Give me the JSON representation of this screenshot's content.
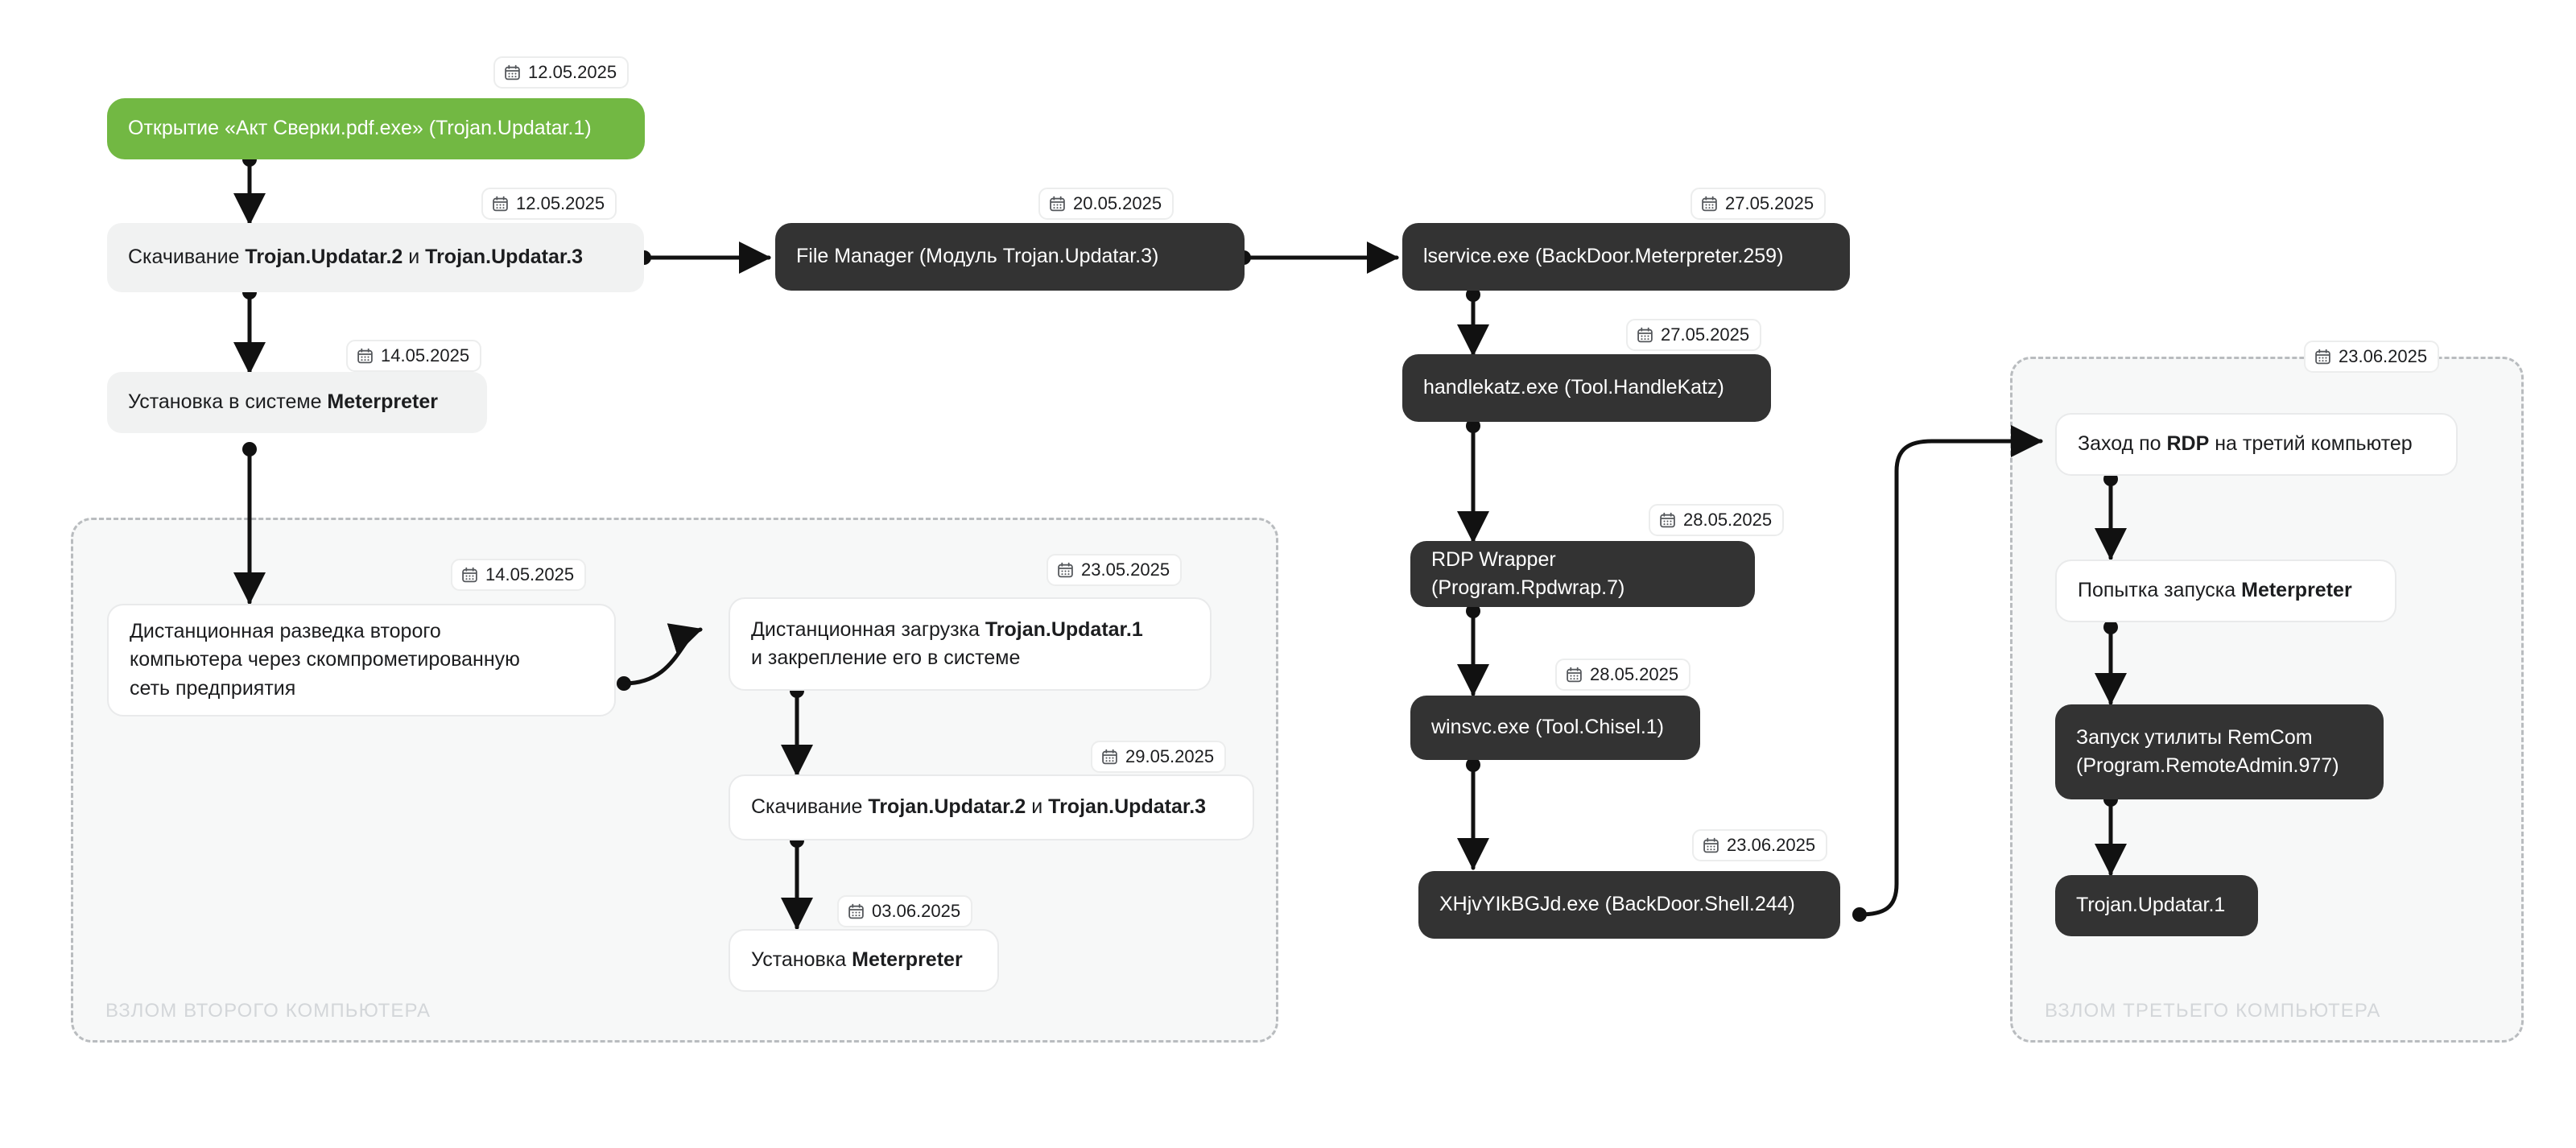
{
  "diagram": {
    "type": "attack-chain-flowchart",
    "accent_green": "#72b843",
    "dark_node": "#333333",
    "grey_node": "#f1f2f2",
    "group_bg": "#f7f8f8",
    "group_border": "#b9bcbf"
  },
  "groups": [
    {
      "id": "second-computer",
      "label": "ВЗЛОМ ВТОРОГО КОМПЬЮТЕРА"
    },
    {
      "id": "third-computer",
      "label": "ВЗЛОМ ТРЕТЬЕГО КОМПЬЮТЕРА"
    }
  ],
  "nodes": [
    {
      "id": "open-act-sverki",
      "style": "green",
      "text": "Открытие «Акт Сверки.pdf.exe» (Trojan.Updatar.1)",
      "date": "12.05.2025"
    },
    {
      "id": "download-updatar-2-3",
      "style": "grey",
      "text_parts": [
        {
          "t": "Скачивание ",
          "b": false
        },
        {
          "t": "Trojan.Updatar.2",
          "b": true
        },
        {
          "t": " и ",
          "b": false
        },
        {
          "t": "Trojan.Updatar.3",
          "b": true
        }
      ],
      "date": "12.05.2025"
    },
    {
      "id": "install-meterpreter",
      "style": "grey",
      "text_parts": [
        {
          "t": "Установка в системе ",
          "b": false
        },
        {
          "t": "Meterpreter",
          "b": true
        }
      ],
      "date": "14.05.2025"
    },
    {
      "id": "file-manager",
      "style": "dark",
      "text": "File Manager (Модуль Trojan.Updatar.3)",
      "date": "20.05.2025"
    },
    {
      "id": "lservice-exe",
      "style": "dark",
      "text": "lservice.exe (BackDoor.Meterpreter.259)",
      "date": "27.05.2025"
    },
    {
      "id": "handlekatz-exe",
      "style": "dark",
      "text": "handlekatz.exe (Tool.HandleKatz)",
      "date": "27.05.2025"
    },
    {
      "id": "rdp-wrapper",
      "style": "dark",
      "text": "RDP Wrapper (Program.Rpdwrap.7)",
      "date": "28.05.2025"
    },
    {
      "id": "winsvc-exe",
      "style": "dark",
      "text": "winsvc.exe (Tool.Chisel.1)",
      "date": "28.05.2025"
    },
    {
      "id": "xhjv-exe",
      "style": "dark",
      "text": "XHjvYIkBGJd.exe (BackDoor.Shell.244)",
      "date": "23.06.2025"
    },
    {
      "id": "remote-recon",
      "style": "white",
      "text": "Дистанционная разведка второго\nкомпьютера через скомпрометированную\nсеть предприятия",
      "date": "14.05.2025"
    },
    {
      "id": "remote-load-updatar-1",
      "style": "white",
      "text_parts": [
        {
          "t": "Дистанционная загрузка ",
          "b": false
        },
        {
          "t": "Trojan.Updatar.1",
          "b": true
        },
        {
          "t": "\nи закрепление его в системе",
          "b": false
        }
      ],
      "date": "23.05.2025"
    },
    {
      "id": "download-updatar-2-3-second",
      "style": "white",
      "text_parts": [
        {
          "t": "Скачивание ",
          "b": false
        },
        {
          "t": "Trojan.Updatar.2",
          "b": true
        },
        {
          "t": " и ",
          "b": false
        },
        {
          "t": "Trojan.Updatar.3",
          "b": true
        }
      ],
      "date": "29.05.2025"
    },
    {
      "id": "install-meterpreter-second",
      "style": "white",
      "text_parts": [
        {
          "t": "Установка ",
          "b": false
        },
        {
          "t": "Meterpreter",
          "b": true
        }
      ],
      "date": "03.06.2025"
    },
    {
      "id": "rdp-login-third",
      "style": "white",
      "text_parts": [
        {
          "t": "Заход по ",
          "b": false
        },
        {
          "t": "RDP",
          "b": true
        },
        {
          "t": " на третий компьютер",
          "b": false
        }
      ],
      "date": "23.06.2025"
    },
    {
      "id": "try-run-meterpreter",
      "style": "white",
      "text_parts": [
        {
          "t": "Попытка запуска ",
          "b": false
        },
        {
          "t": "Meterpreter",
          "b": true
        }
      ],
      "date": ""
    },
    {
      "id": "remcom",
      "style": "dark",
      "text": "Запуск утилиты RemCom\n(Program.RemoteAdmin.977)",
      "date": ""
    },
    {
      "id": "trojan-updatar-1-third",
      "style": "dark",
      "text": "Trojan.Updatar.1",
      "date": ""
    }
  ],
  "icons": {
    "calendar": "calendar-icon"
  }
}
